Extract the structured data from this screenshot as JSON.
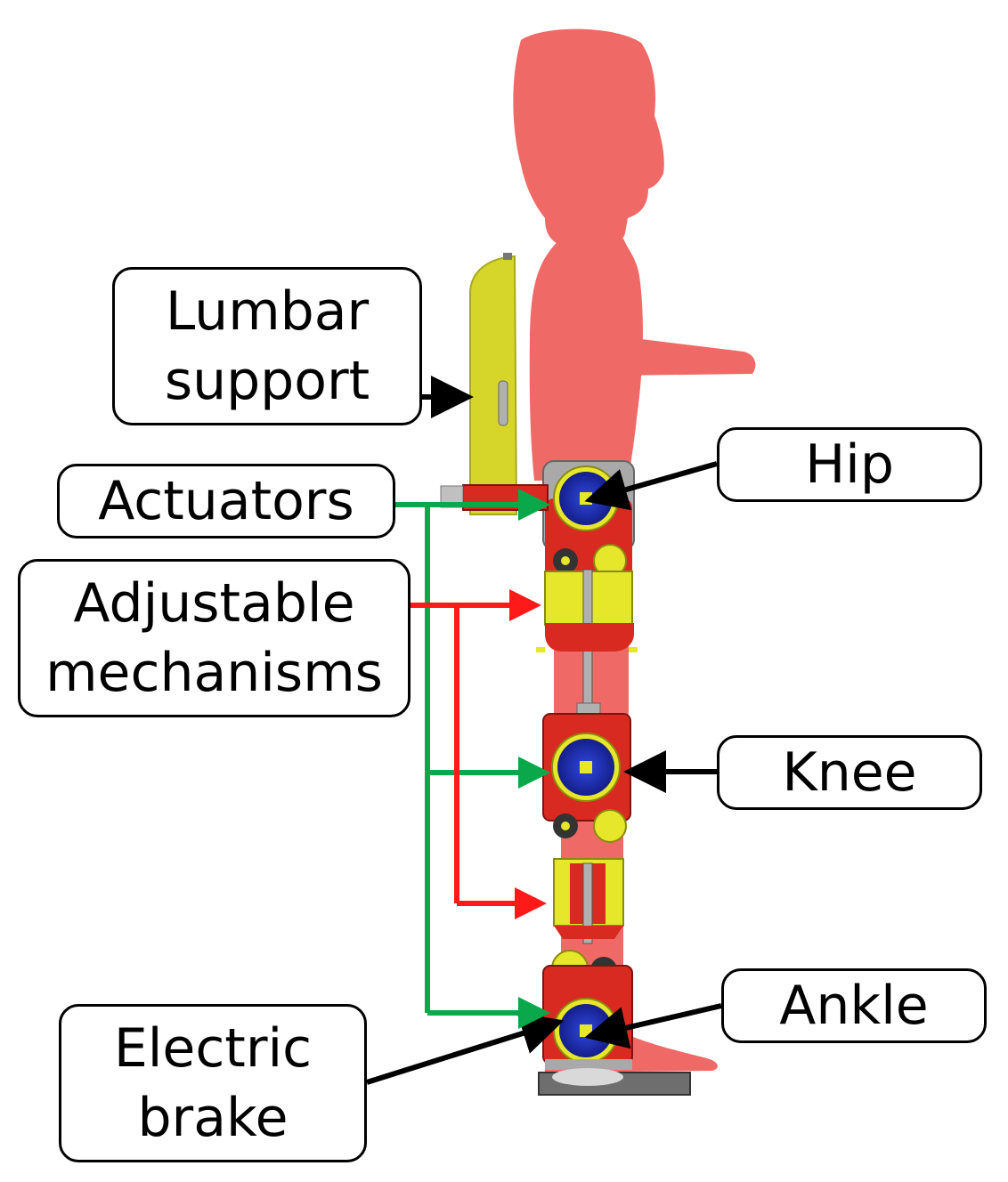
{
  "labels": {
    "lumbar": [
      "Lumbar",
      "support"
    ],
    "actuators": "Actuators",
    "adjustable": [
      "Adjustable",
      "mechanisms"
    ],
    "electric_brake": [
      "Electric",
      "brake"
    ],
    "hip": "Hip",
    "knee": "Knee",
    "ankle": "Ankle"
  },
  "colors": {
    "body": "#ef6a66",
    "body_dark": "#d9534f",
    "joint_red": "#d82a20",
    "joint_yellow": "#e6e62a",
    "motor_blue": "#1f2fb8",
    "metal_gray": "#a9a9a9",
    "actuator_arrow": "#0aa84a",
    "adjustable_arrow": "#ff1a1a",
    "pointer_arrow": "#000000"
  },
  "icons": [
    "humanoid-figure",
    "exoskeleton",
    "motor-icon"
  ]
}
